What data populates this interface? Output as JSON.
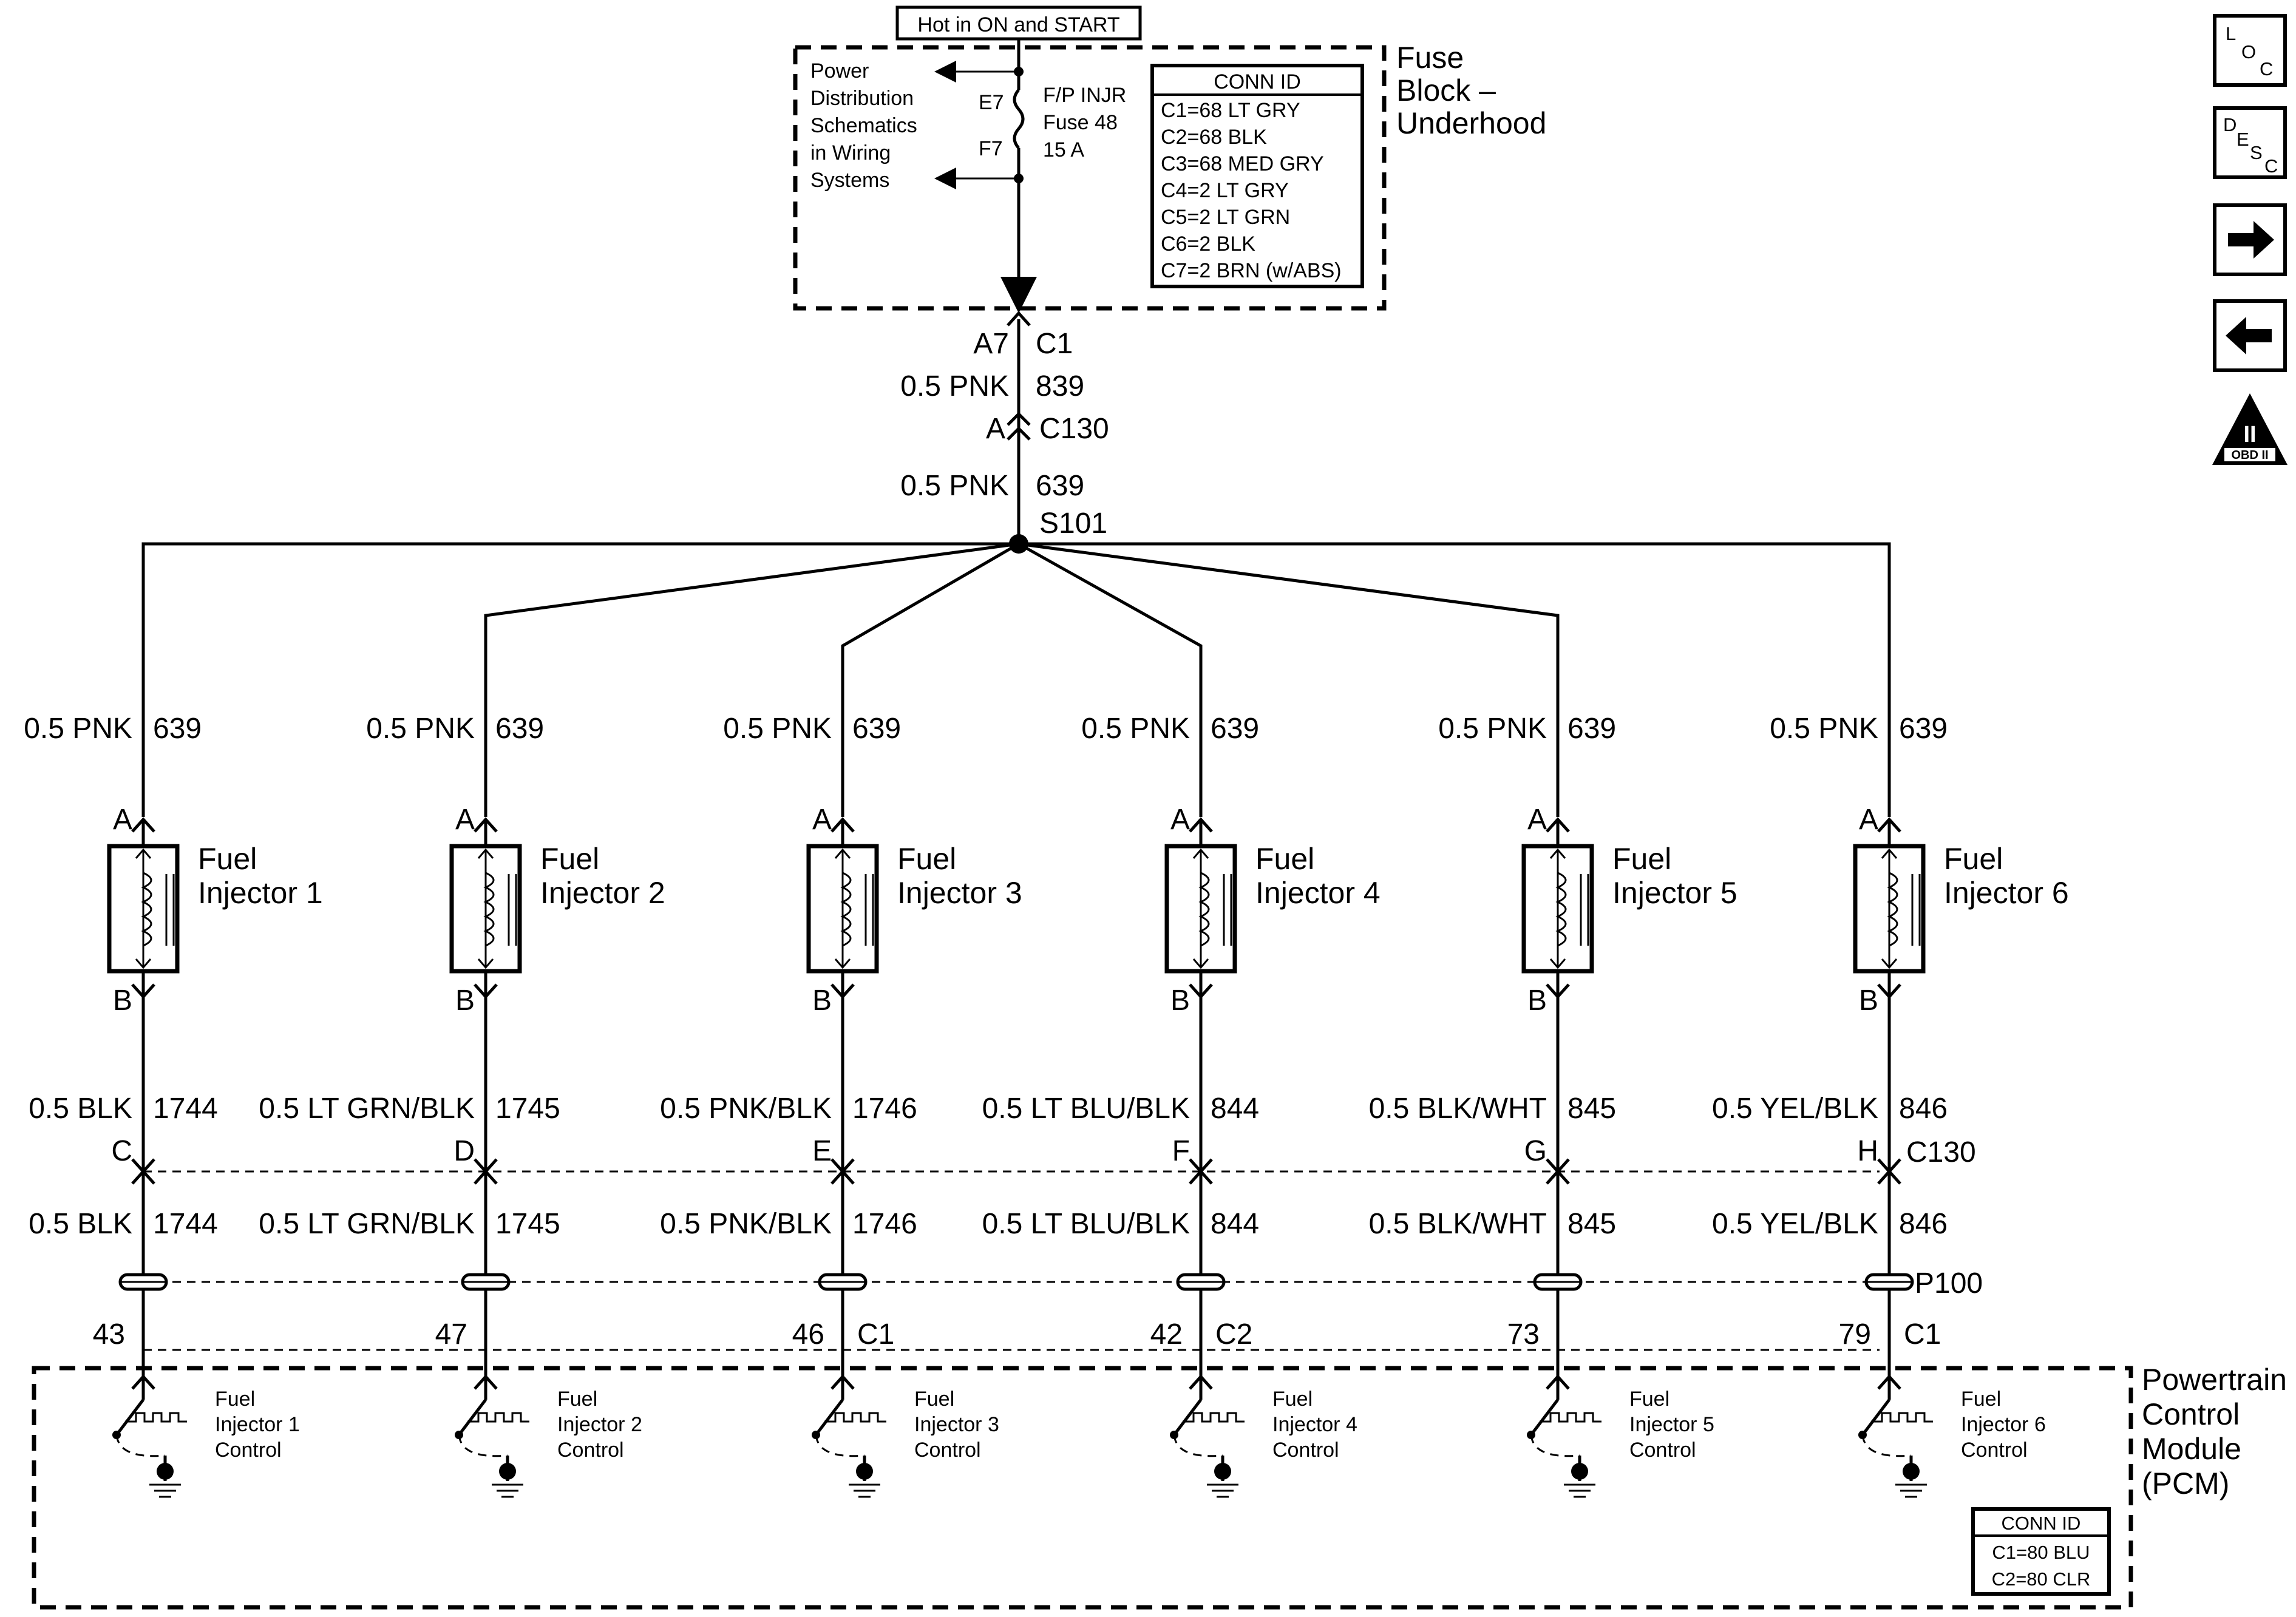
{
  "power": {
    "source": "Hot in ON and START",
    "ref_text": [
      "Power",
      "Distribution",
      "Schematics",
      "in Wiring",
      "Systems"
    ],
    "fuse_name": [
      "F/P INJR",
      "Fuse 48",
      "15 A"
    ],
    "fuse_pins": [
      "E7",
      "F7"
    ],
    "fuse_block": [
      "Fuse",
      "Block –",
      "Underhood"
    ],
    "conn_title": "CONN ID",
    "conn_ids": [
      "C1=68 LT GRY",
      "C2=68 BLK",
      "C3=68 MED GRY",
      "C4=2 LT GRY",
      "C5=2 LT GRN",
      "C6=2 BLK",
      "C7=2 BRN (w/ABS)"
    ]
  },
  "trunk": {
    "pin_a7": "A7",
    "conn_c1": "C1",
    "wire1_gauge": "0.5 PNK",
    "wire1_circuit": "839",
    "pin_a": "A",
    "conn_c130": "C130",
    "wire2_gauge": "0.5 PNK",
    "wire2_circuit": "639",
    "splice": "S101"
  },
  "injectors": [
    {
      "gauge_top": "0.5 PNK",
      "circuit_top": "639",
      "pin_a": "A",
      "name1": "Fuel",
      "name2": "Injector 1",
      "pin_b": "B",
      "gauge_bot": "0.5 BLK",
      "circuit_bot": "1744",
      "c130_pin": "C",
      "pcm_pin": "43",
      "pcm_conn": "",
      "ctrl1": "Fuel",
      "ctrl2": "Injector 1",
      "ctrl3": "Control"
    },
    {
      "gauge_top": "0.5 PNK",
      "circuit_top": "639",
      "pin_a": "A",
      "name1": "Fuel",
      "name2": "Injector 2",
      "pin_b": "B",
      "gauge_bot": "0.5 LT GRN/BLK",
      "circuit_bot": "1745",
      "c130_pin": "D",
      "pcm_pin": "47",
      "pcm_conn": "",
      "ctrl1": "Fuel",
      "ctrl2": "Injector 2",
      "ctrl3": "Control"
    },
    {
      "gauge_top": "0.5 PNK",
      "circuit_top": "639",
      "pin_a": "A",
      "name1": "Fuel",
      "name2": "Injector 3",
      "pin_b": "B",
      "gauge_bot": "0.5 PNK/BLK",
      "circuit_bot": "1746",
      "c130_pin": "E",
      "pcm_pin": "46",
      "pcm_conn": "C1",
      "ctrl1": "Fuel",
      "ctrl2": "Injector 3",
      "ctrl3": "Control"
    },
    {
      "gauge_top": "0.5 PNK",
      "circuit_top": "639",
      "pin_a": "A",
      "name1": "Fuel",
      "name2": "Injector 4",
      "pin_b": "B",
      "gauge_bot": "0.5 LT BLU/BLK",
      "circuit_bot": "844",
      "c130_pin": "F",
      "pcm_pin": "42",
      "pcm_conn": "C2",
      "ctrl1": "Fuel",
      "ctrl2": "Injector 4",
      "ctrl3": "Control"
    },
    {
      "gauge_top": "0.5 PNK",
      "circuit_top": "639",
      "pin_a": "A",
      "name1": "Fuel",
      "name2": "Injector 5",
      "pin_b": "B",
      "gauge_bot": "0.5 BLK/WHT",
      "circuit_bot": "845",
      "c130_pin": "G",
      "pcm_pin": "73",
      "pcm_conn": "",
      "ctrl1": "Fuel",
      "ctrl2": "Injector 5",
      "ctrl3": "Control"
    },
    {
      "gauge_top": "0.5 PNK",
      "circuit_top": "639",
      "pin_a": "A",
      "name1": "Fuel",
      "name2": "Injector 6",
      "pin_b": "B",
      "gauge_bot": "0.5 YEL/BLK",
      "circuit_bot": "846",
      "c130_pin": "H",
      "pcm_pin": "79",
      "pcm_conn": "C1",
      "ctrl1": "Fuel",
      "ctrl2": "Injector 6",
      "ctrl3": "Control"
    }
  ],
  "connectors": {
    "c130_label": "C130",
    "p100_label": "P100"
  },
  "pcm": {
    "name": [
      "Powertrain",
      "Control",
      "Module",
      "(PCM)"
    ],
    "conn_title": "CONN ID",
    "conn_ids": [
      "C1=80 BLU",
      "C2=80 CLR"
    ]
  },
  "nav": {
    "loc": {
      "l1": "L",
      "l2": "O",
      "l3": "C"
    },
    "desc": {
      "l1": "D",
      "l2": "E",
      "l3": "S",
      "l4": "C"
    },
    "obd": {
      "big": "II",
      "small": "OBD II"
    }
  },
  "icons": [
    "splice-dot",
    "fuse-symbol",
    "solenoid-coil",
    "ground-symbol",
    "transistor-switch",
    "arrow-right-icon",
    "arrow-left-icon"
  ]
}
